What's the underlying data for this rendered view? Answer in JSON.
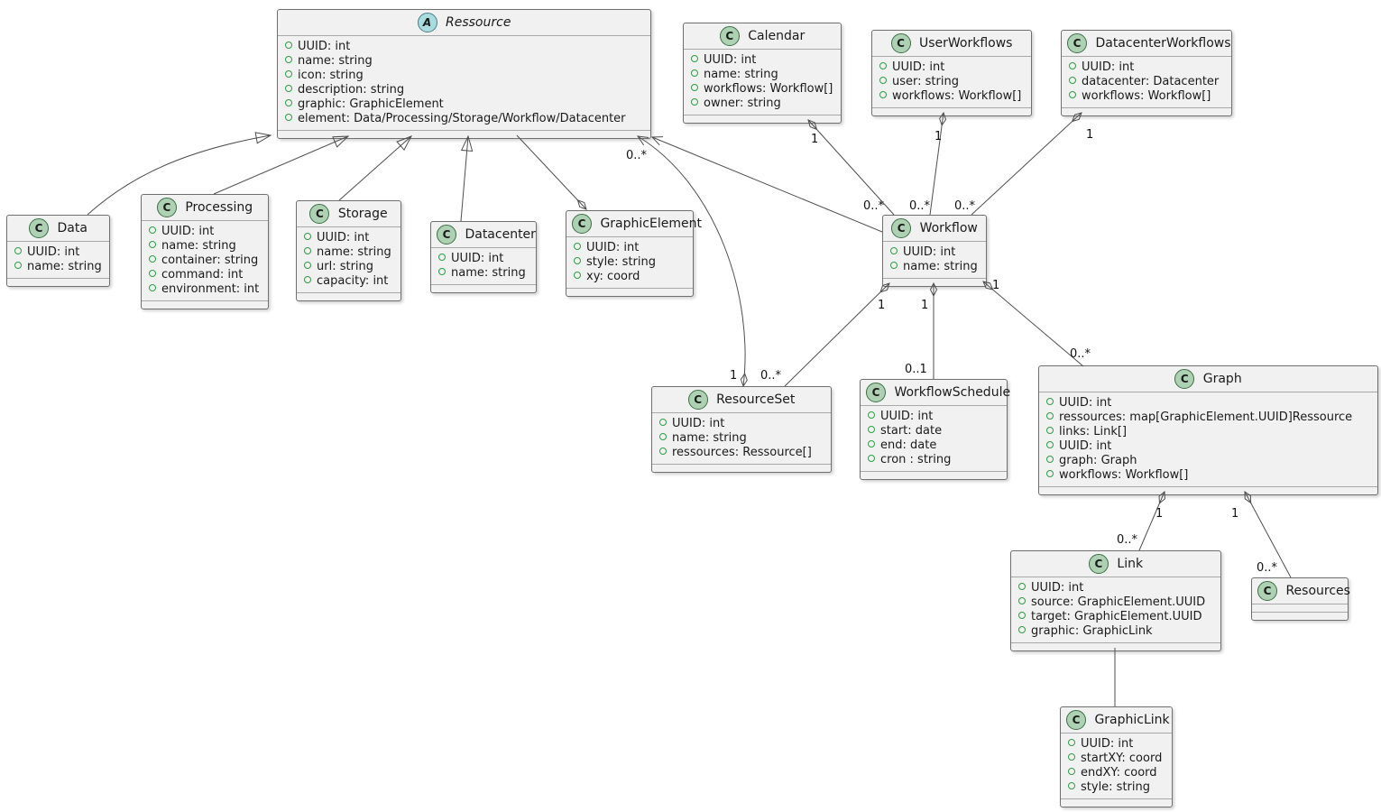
{
  "diagram": {
    "title": "UML class diagram",
    "colors": {
      "class_box_bg": "#F1F1F1",
      "class_box_border": "#6F6F6F",
      "class_icon_bg": "#ADD1B2",
      "abstract_icon_bg": "#A9DCDF",
      "visibility_ring": "#2F9E44",
      "edge_line": "#4E4E4E"
    },
    "classes": [
      {
        "letter": "A",
        "name": "Ressource",
        "kind": "abstract",
        "attributes": [
          "UUID: int",
          "name: string",
          "icon: string",
          "description: string",
          "graphic: GraphicElement",
          "element: Data/Processing/Storage/Workflow/Datacenter"
        ]
      },
      {
        "letter": "C",
        "name": "Calendar",
        "kind": "class",
        "attributes": [
          "UUID: int",
          "name: string",
          "workflows: Workflow[]",
          "owner: string"
        ]
      },
      {
        "letter": "C",
        "name": "UserWorkflows",
        "kind": "class",
        "attributes": [
          "UUID: int",
          "user: string",
          "workflows: Workflow[]"
        ]
      },
      {
        "letter": "C",
        "name": "DatacenterWorkflows",
        "kind": "class",
        "attributes": [
          "UUID: int",
          "datacenter: Datacenter",
          "workflows: Workflow[]"
        ]
      },
      {
        "letter": "C",
        "name": "Data",
        "kind": "class",
        "attributes": [
          "UUID: int",
          "name: string"
        ]
      },
      {
        "letter": "C",
        "name": "Processing",
        "kind": "class",
        "attributes": [
          "UUID: int",
          "name: string",
          "container: string",
          "command: int",
          "environment: int"
        ]
      },
      {
        "letter": "C",
        "name": "Storage",
        "kind": "class",
        "attributes": [
          "UUID: int",
          "name: string",
          "url: string",
          "capacity: int"
        ]
      },
      {
        "letter": "C",
        "name": "Datacenter",
        "kind": "class",
        "attributes": [
          "UUID: int",
          "name: string"
        ]
      },
      {
        "letter": "C",
        "name": "GraphicElement",
        "kind": "class",
        "attributes": [
          "UUID: int",
          "style: string",
          "xy: coord"
        ]
      },
      {
        "letter": "C",
        "name": "Workflow",
        "kind": "class",
        "attributes": [
          "UUID: int",
          "name: string"
        ]
      },
      {
        "letter": "C",
        "name": "ResourceSet",
        "kind": "class",
        "attributes": [
          "UUID: int",
          "name: string",
          "ressources: Ressource[]"
        ]
      },
      {
        "letter": "C",
        "name": "WorkflowSchedule",
        "kind": "class",
        "attributes": [
          "UUID: int",
          "start: date",
          "end: date",
          "cron : string"
        ]
      },
      {
        "letter": "C",
        "name": "Graph",
        "kind": "class",
        "attributes": [
          "UUID: int",
          "ressources: map[GraphicElement.UUID]Ressource",
          "links: Link[]",
          "UUID: int",
          "graph: Graph",
          "workflows: Workflow[]"
        ]
      },
      {
        "letter": "C",
        "name": "Link",
        "kind": "class",
        "attributes": [
          "UUID: int",
          "source: GraphicElement.UUID",
          "target: GraphicElement.UUID",
          "graphic: GraphicLink"
        ]
      },
      {
        "letter": "C",
        "name": "Resources",
        "kind": "class",
        "attributes": []
      },
      {
        "letter": "C",
        "name": "GraphicLink",
        "kind": "class",
        "attributes": [
          "UUID: int",
          "startXY: coord",
          "endXY: coord",
          "style: string"
        ]
      }
    ],
    "edges": [
      {
        "name": "data-extends-ressource",
        "type": "generalization"
      },
      {
        "name": "processing-extends-ressource",
        "type": "generalization"
      },
      {
        "name": "storage-extends-ressource",
        "type": "generalization"
      },
      {
        "name": "datacenter-extends-ressource",
        "type": "generalization"
      },
      {
        "name": "ressource-graphicelement",
        "type": "aggregation"
      },
      {
        "name": "calendar-workflow",
        "type": "aggregation",
        "source_label": "1",
        "target_label": "0..*"
      },
      {
        "name": "userworkflows-workflow",
        "type": "aggregation",
        "source_label": "1",
        "target_label": "0..*"
      },
      {
        "name": "datacenterworkflows-workflow",
        "type": "aggregation",
        "source_label": "1",
        "target_label": "0..*"
      },
      {
        "name": "workflow-ressource",
        "type": "directed-association",
        "target_label": "0..*"
      },
      {
        "name": "resourceset-ressource",
        "type": "aggregation-directed",
        "source_label": "1"
      },
      {
        "name": "workflow-resourceset",
        "type": "aggregation",
        "source_label": "1",
        "target_label": "0..*"
      },
      {
        "name": "workflow-workflowschedule",
        "type": "aggregation",
        "source_label": "1",
        "target_label": "0..1"
      },
      {
        "name": "workflow-graph",
        "type": "aggregation",
        "source_label": "1",
        "target_label": "0..*"
      },
      {
        "name": "graph-link",
        "type": "aggregation",
        "source_label": "1",
        "target_label": "0..*"
      },
      {
        "name": "graph-resources",
        "type": "aggregation",
        "source_label": "1",
        "target_label": "0..*"
      },
      {
        "name": "link-graphiclink",
        "type": "association"
      }
    ]
  }
}
